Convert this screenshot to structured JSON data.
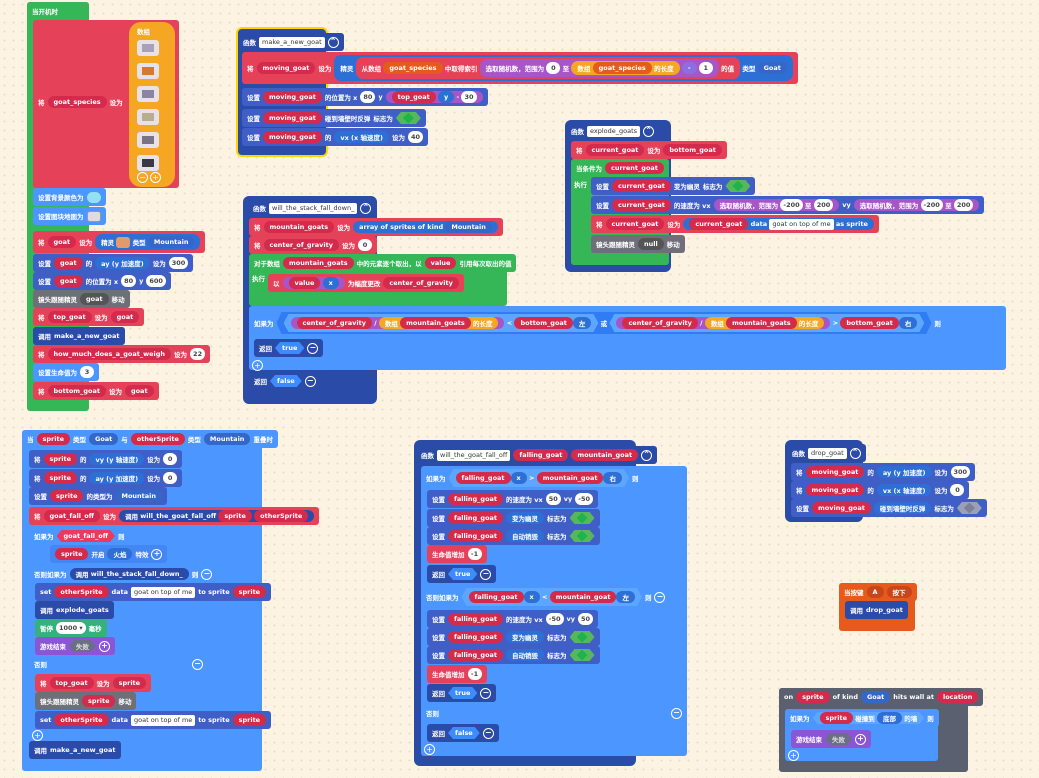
{
  "onstart": {
    "hat": "当开机时",
    "goat_list_label": "数组",
    "assign_species": "将",
    "species_var": "goat_species",
    "set_to": "设为",
    "bg_color": "设置背景颜色为",
    "tilemap": "设置图块地图为",
    "minus": "−",
    "plus": "+",
    "r_sprite": [
      "将",
      "goat",
      "设为",
      "精灵",
      "类型",
      "Mountain"
    ],
    "r_vy": [
      "设置",
      "goat",
      "的",
      "ay (y 加速度)",
      "设为",
      "300"
    ],
    "r_pos": [
      "设置",
      "goat",
      "的位置为 x",
      "80",
      "y",
      "600"
    ],
    "r_cam": [
      "镜头跟随精灵",
      "goat",
      "移动"
    ],
    "r_top": [
      "将",
      "top_goat",
      "设为",
      "goat"
    ],
    "r_call": [
      "调用",
      "make_a_new_goat"
    ],
    "r_weigh": [
      "将",
      "how_much_does_a_goat_weigh",
      "设为",
      "22"
    ],
    "r_life": [
      "设置生命值为",
      "3"
    ],
    "r_bottom": [
      "将",
      "bottom_goat",
      "设为",
      "goat"
    ]
  },
  "make": {
    "fn": "函数",
    "name": "make_a_new_goat",
    "r1": [
      "将",
      "moving_goat",
      "设为",
      "精灵",
      "从数组",
      "goat_species",
      "中取得索引",
      "选取随机数，范围为",
      "0",
      "至",
      "数组",
      "goat_species",
      "的长度",
      "-",
      "1",
      "的值",
      "类型",
      "Goat"
    ],
    "r2": [
      "设置",
      "moving_goat",
      "的位置为 x",
      "80",
      "y",
      "top_goat",
      "y",
      "-",
      "30"
    ],
    "r3": [
      "设置",
      "moving_goat",
      "碰到墙壁时反弹",
      "标志为"
    ],
    "r4": [
      "设置",
      "moving_goat",
      "的",
      "vx (x 轴速度)",
      "设为",
      "40"
    ]
  },
  "explode": {
    "fn": "函数",
    "name": "explode_goats",
    "r1": [
      "将",
      "current_goat",
      "设为",
      "bottom_goat"
    ],
    "r2": [
      "当条件为",
      "current_goat"
    ],
    "exec": "执行",
    "r3": [
      "设置",
      "current_goat",
      "变为幽灵",
      "标志为"
    ],
    "r4": [
      "设置",
      "current_goat",
      "的速度为 vx",
      "选取随机数，范围为",
      "-200",
      "至",
      "200",
      "vy",
      "选取随机数，范围为",
      "-200",
      "至",
      "200"
    ],
    "r5": [
      "将",
      "current_goat",
      "设为",
      "current_goat",
      "data",
      "goat on top of me",
      "as sprite"
    ],
    "r6": [
      "镜头跟随精灵",
      "null",
      "移动"
    ]
  },
  "fall": {
    "fn": "函数",
    "name": "will_the_stack_fall_down_",
    "r1": [
      "将",
      "mountain_goats",
      "设为",
      "array of sprites of kind",
      "Mountain"
    ],
    "r2": [
      "将",
      "center_of_gravity",
      "设为",
      "0"
    ],
    "r3": [
      "对于数组",
      "mountain_goats",
      "中的元素逐个取出，以",
      "value",
      "引用每次取出的值"
    ],
    "exec": "执行",
    "r4": [
      "以",
      "value",
      "x",
      "为幅度更改",
      "center_of_gravity"
    ],
    "r5": [
      "如果为",
      "center_of_gravity",
      "/",
      "数组",
      "mountain_goats",
      "的长度",
      "<",
      "bottom_goat",
      "左",
      "或",
      "center_of_gravity",
      "/",
      "数组",
      "mountain_goats",
      "的长度",
      ">",
      "bottom_goat",
      "右",
      "则"
    ],
    "ret_true": [
      "返回",
      "true"
    ],
    "ret_false": [
      "返回",
      "false"
    ]
  },
  "overlap": {
    "hat": [
      "当",
      "sprite",
      "类型",
      "Goat",
      "与",
      "otherSprite",
      "类型",
      "Mountain",
      "重叠时"
    ],
    "r1": [
      "将",
      "sprite",
      "的",
      "vy (y 轴速度)",
      "设为",
      "0"
    ],
    "r2": [
      "将",
      "sprite",
      "的",
      "ay (y 加速度)",
      "设为",
      "0"
    ],
    "r3": [
      "设置",
      "sprite",
      "的类型为",
      "Mountain"
    ],
    "r4": [
      "将",
      "goat_fall_off",
      "设为",
      "调用",
      "will_the_goat_fall_off",
      "sprite",
      "otherSprite"
    ],
    "r5": [
      "如果为",
      "goat_fall_off",
      "则"
    ],
    "r6": [
      "sprite",
      "开启",
      "火焰",
      "特效"
    ],
    "r7": [
      "否则如果为",
      "调用",
      "will_the_stack_fall_down_",
      "则"
    ],
    "r8": [
      "set",
      "otherSprite",
      "data",
      "goat on top of me",
      "to sprite",
      "sprite"
    ],
    "r9": [
      "调用",
      "explode_goats"
    ],
    "r10": [
      "暂停",
      "1000",
      "毫秒"
    ],
    "r11": [
      "游戏结束",
      "失败"
    ],
    "else": "否则",
    "r12": [
      "将",
      "top_goat",
      "设为",
      "sprite"
    ],
    "r13": [
      "镜头跟随精灵",
      "sprite",
      "移动"
    ],
    "r14": [
      "set",
      "otherSprite",
      "data",
      "goat on top of me",
      "to sprite",
      "sprite"
    ],
    "r15": [
      "调用",
      "make_a_new_goat"
    ]
  },
  "offs": {
    "fn": "函数",
    "name": "will_the_goat_fall_off",
    "p1": "falling_goat",
    "p2": "mountain_goat",
    "if1": [
      "如果为",
      "falling_goat",
      "x",
      ">",
      "mountain_goat",
      "右",
      "则"
    ],
    "a1": [
      "设置",
      "falling_goat",
      "的速度为 vx",
      "50",
      "vy",
      "-50"
    ],
    "a2": [
      "设置",
      "falling_goat",
      "变为幽灵",
      "标志为"
    ],
    "a3": [
      "设置",
      "falling_goat",
      "自动销毁",
      "标志为"
    ],
    "a4": [
      "生命值增加",
      "-1"
    ],
    "ret": [
      "返回",
      "true"
    ],
    "if2": [
      "否则如果为",
      "falling_goat",
      "x",
      "<",
      "mountain_goat",
      "左",
      "则"
    ],
    "b1": [
      "设置",
      "falling_goat",
      "的速度为 vx",
      "-50",
      "vy",
      "50"
    ],
    "b2": [
      "设置",
      "falling_goat",
      "变为幽灵",
      "标志为"
    ],
    "b3": [
      "设置",
      "falling_goat",
      "自动销毁",
      "标志为"
    ],
    "b4": [
      "生命值增加",
      "-1"
    ],
    "ret2": [
      "返回",
      "true"
    ],
    "else": "否则",
    "ret3": [
      "返回",
      "false"
    ]
  },
  "drop": {
    "fn": "函数",
    "name": "drop_goat",
    "r1": [
      "将",
      "moving_goat",
      "的",
      "ay (y 加速度)",
      "设为",
      "300"
    ],
    "r2": [
      "将",
      "moving_goat",
      "的",
      "vx (x 轴速度)",
      "设为",
      "0"
    ],
    "r3": [
      "设置",
      "moving_goat",
      "碰到墙壁时反弹",
      "标志为"
    ]
  },
  "btn": {
    "hat": [
      "当按键",
      "A",
      "按下"
    ],
    "r1": [
      "调用",
      "drop_goat"
    ]
  },
  "wall": {
    "hat": [
      "on",
      "sprite",
      "of kind",
      "Goat",
      "hits wall at",
      "location"
    ],
    "r1": [
      "如果为",
      "sprite",
      "碰撞到",
      "底部",
      "的墙",
      "则"
    ],
    "r2": [
      "游戏结束",
      "失败"
    ]
  },
  "colors": {
    "blue": "#4c97ff",
    "red": "#e5425a",
    "green": "#35b758",
    "orange": "#f5a623",
    "purple": "#8a56d6",
    "navy": "#2b4ba8"
  }
}
